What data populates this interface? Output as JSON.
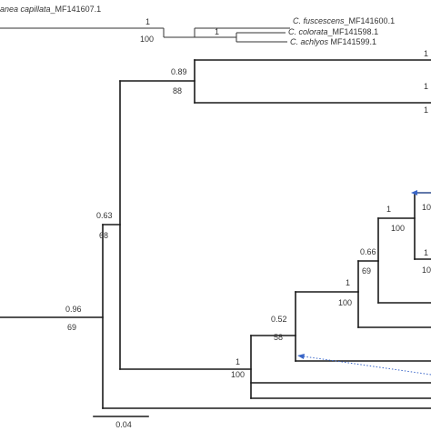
{
  "taxa": {
    "top_left": {
      "genus": "anea capillata",
      "accession": "_MF141607.1"
    },
    "fuscescens": {
      "genus": "C. fuscescens",
      "accession": "_MF141600.1"
    },
    "colorata": {
      "genus": "C. colorata",
      "accession": "_MF141598.1"
    },
    "achlyos": {
      "genus": "C. achlyos",
      "accession": " MF141599.1"
    }
  },
  "nodes": {
    "top_outer_pp": "1",
    "top_outer_bs": "100",
    "top_inner_pp": "1",
    "upper_clade_pp": "0.89",
    "upper_clade_bs": "88",
    "main_pp": "0.63",
    "main_bs": "68",
    "root_pp": "0.96",
    "root_bs": "69",
    "n066_pp": "0.66",
    "n066_bs": "69",
    "n1_pp": "1",
    "n1_bs": "100",
    "n1b_pp": "1",
    "n1b_bs": "100",
    "n052_pp": "0.52",
    "n052_bs": "58",
    "n1c_pp": "1",
    "n1c_bs": "100"
  },
  "edge_labels": [
    "1",
    "1",
    "1",
    "10",
    "10",
    "1"
  ],
  "scale_bar": {
    "label": "0.04"
  },
  "colors": {
    "arrow": "#3a66c8",
    "branch": "#1a1a1a"
  }
}
